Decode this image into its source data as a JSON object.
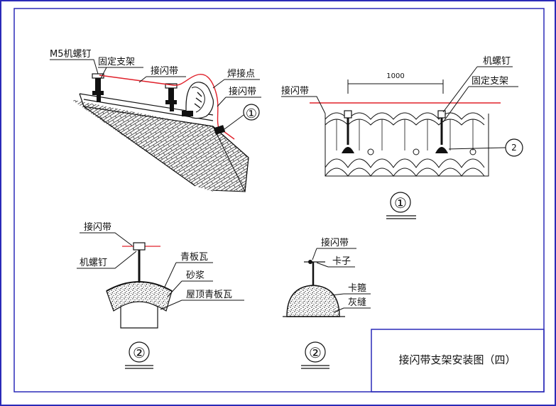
{
  "title": "接闪带支架安装图（四）",
  "detail1": {
    "labels": {
      "m5_screw": "M5机螺钉",
      "fixed_bracket": "固定支架",
      "lightning_strip": "接闪带",
      "weld_point": "焊接点",
      "lightning_strip_2": "接闪带",
      "callout": "①"
    }
  },
  "detail2": {
    "labels": {
      "lightning_strip": "接闪带",
      "dimension": "1000",
      "machine_screw": "机螺钉",
      "fixed_bracket": "固定支架",
      "callout": "2",
      "caption": "①"
    }
  },
  "detail3": {
    "labels": {
      "lightning_strip": "接闪带",
      "machine_screw": "机螺钉",
      "blue_tile": "青板瓦",
      "mortar": "砂浆",
      "roof_tile": "屋顶青板瓦",
      "caption": "②"
    }
  },
  "detail4": {
    "labels": {
      "lightning_strip": "接闪带",
      "clip": "卡子",
      "hoop": "卡箍",
      "ash_seam": "灰缝",
      "caption": "②"
    }
  },
  "colors": {
    "frame": "#2a2ab8",
    "strip": "#e0202a",
    "ink": "#111111"
  }
}
